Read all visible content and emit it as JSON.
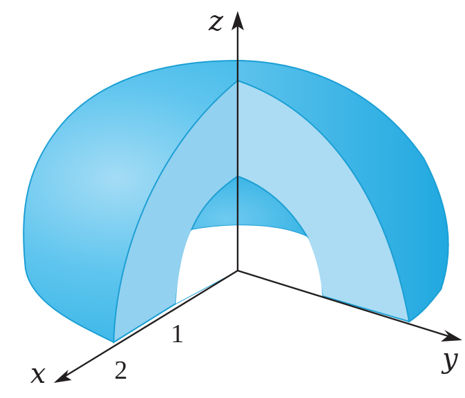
{
  "axes": {
    "x_label": "x",
    "y_label": "y",
    "z_label": "z"
  },
  "ticks": {
    "inner_radius": "1",
    "outer_radius": "2"
  },
  "colors": {
    "outer_shell": "#2eb4e6",
    "outer_highlight": "#9ed9f4",
    "cut_face": "#a9dcf2",
    "cut_face_left": "#8fcfee",
    "inner_shell": "#3cb6e4",
    "edge": "#1c9fd4",
    "axis": "#231f20"
  }
}
